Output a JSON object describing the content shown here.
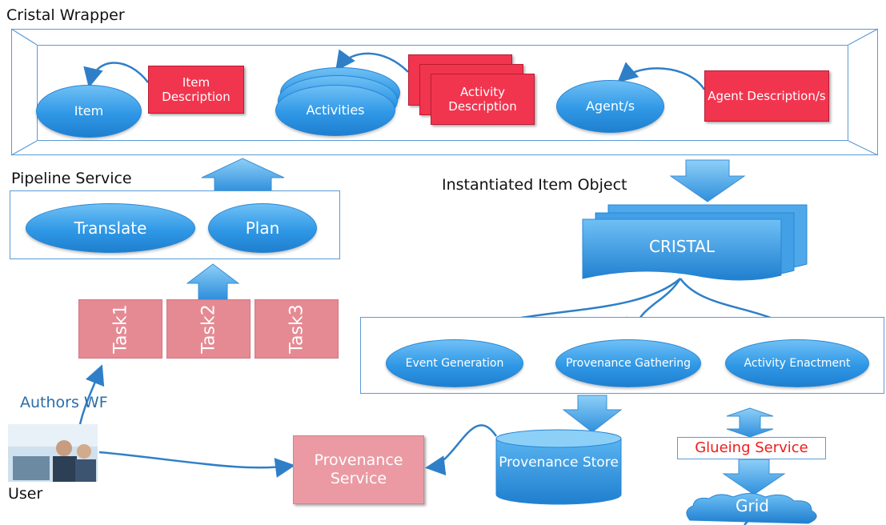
{
  "wrapper": {
    "title": "Cristal Wrapper",
    "item": "Item",
    "item_description": "Item Description",
    "activities": "Activities",
    "activity_description": "Activity Description",
    "agents": "Agent/s",
    "agent_description": "Agent Description/s"
  },
  "pipeline": {
    "title": "Pipeline Service",
    "translate": "Translate",
    "plan": "Plan"
  },
  "tasks": [
    "Task1",
    "Task2",
    "Task3"
  ],
  "instantiated_label": "Instantiated Item Object",
  "cristal": "CRISTAL",
  "services": {
    "event": "Event Generation",
    "provenance": "Provenance Gathering",
    "activity": "Activity Enactment"
  },
  "authors_wf": "Authors WF",
  "user": "User",
  "provenance_service": "Provenance Service",
  "provenance_store": "Provenance Store",
  "glueing_service": "Glueing Service",
  "grid": "Grid",
  "colors": {
    "frame": "#5b9bd5",
    "ellipse": "#2f98e6",
    "note": "#f2354f",
    "task": "#e58a93",
    "glueing_text": "#ef1b1b"
  }
}
